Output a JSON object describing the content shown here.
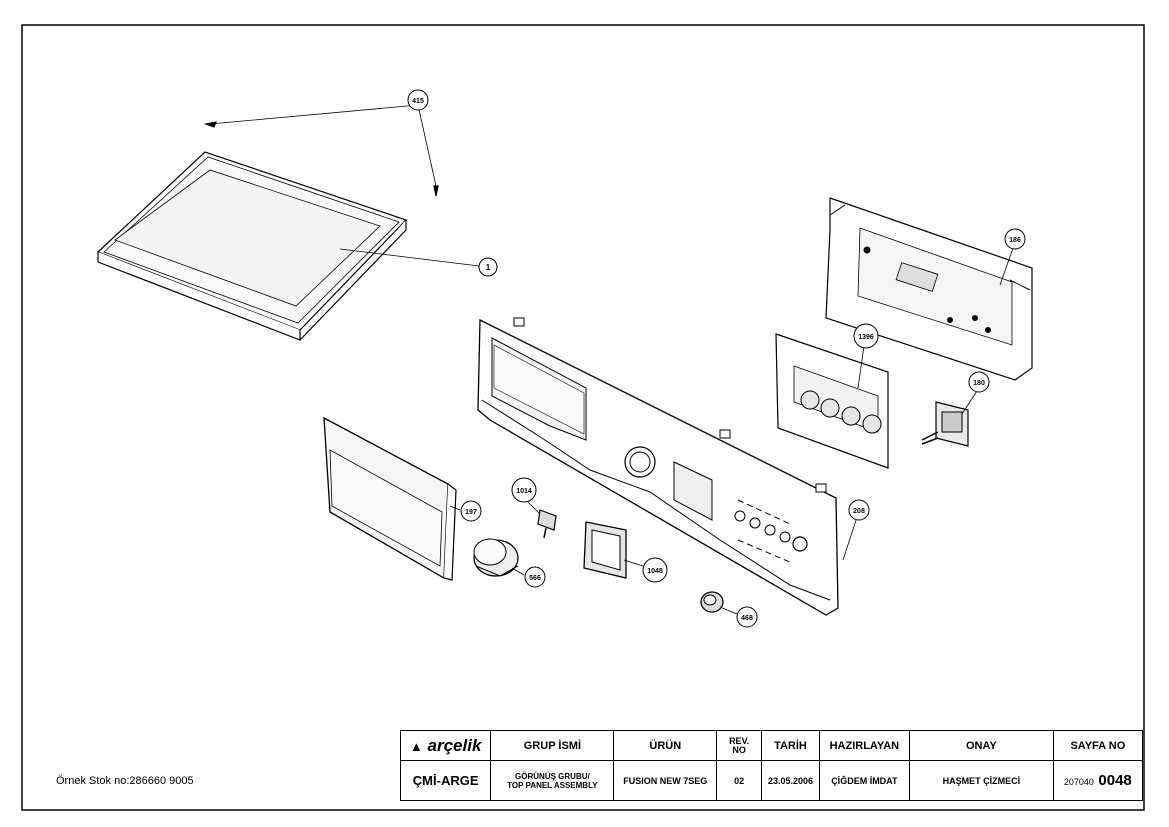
{
  "callouts": [
    {
      "id": "top-cover",
      "label": "1"
    },
    {
      "id": "screw",
      "label": "415"
    },
    {
      "id": "main-pcb",
      "label": "186"
    },
    {
      "id": "control-pcb",
      "label": "1396"
    },
    {
      "id": "switch",
      "label": "180"
    },
    {
      "id": "drawer-front",
      "label": "197"
    },
    {
      "id": "spindle",
      "label": "1014"
    },
    {
      "id": "knob",
      "label": "566"
    },
    {
      "id": "display-frame",
      "label": "1048"
    },
    {
      "id": "button-cap",
      "label": "468"
    },
    {
      "id": "control-panel",
      "label": "208"
    }
  ],
  "stock_number": "Örnek Stok no:286660 9005",
  "titleblock": {
    "logo": "arçelik",
    "headers": {
      "group": "GRUP İSMİ",
      "product": "ÜRÜN",
      "rev_line1": "REV.",
      "rev_line2": "NO",
      "date": "TARİH",
      "prepared": "HAZIRLAYAN",
      "approved": "ONAY",
      "page": "SAYFA NO"
    },
    "values": {
      "department": "ÇMİ-ARGE",
      "group_line1": "GÖRÜNÜŞ GRUBU/",
      "group_line2": "TOP PANEL ASSEMBLY",
      "product": "FUSION NEW 7SEG",
      "rev": "02",
      "date": "23.05.2006",
      "prepared": "ÇİĞDEM İMDAT",
      "approved": "HAŞMET ÇİZMECİ",
      "page_prefix": "207040",
      "page_number": "0048"
    }
  },
  "colors": {
    "line": "#000000",
    "paper": "#ffffff",
    "fill_light": "#f2f2f2",
    "fill_mid": "#d9d9d9"
  }
}
